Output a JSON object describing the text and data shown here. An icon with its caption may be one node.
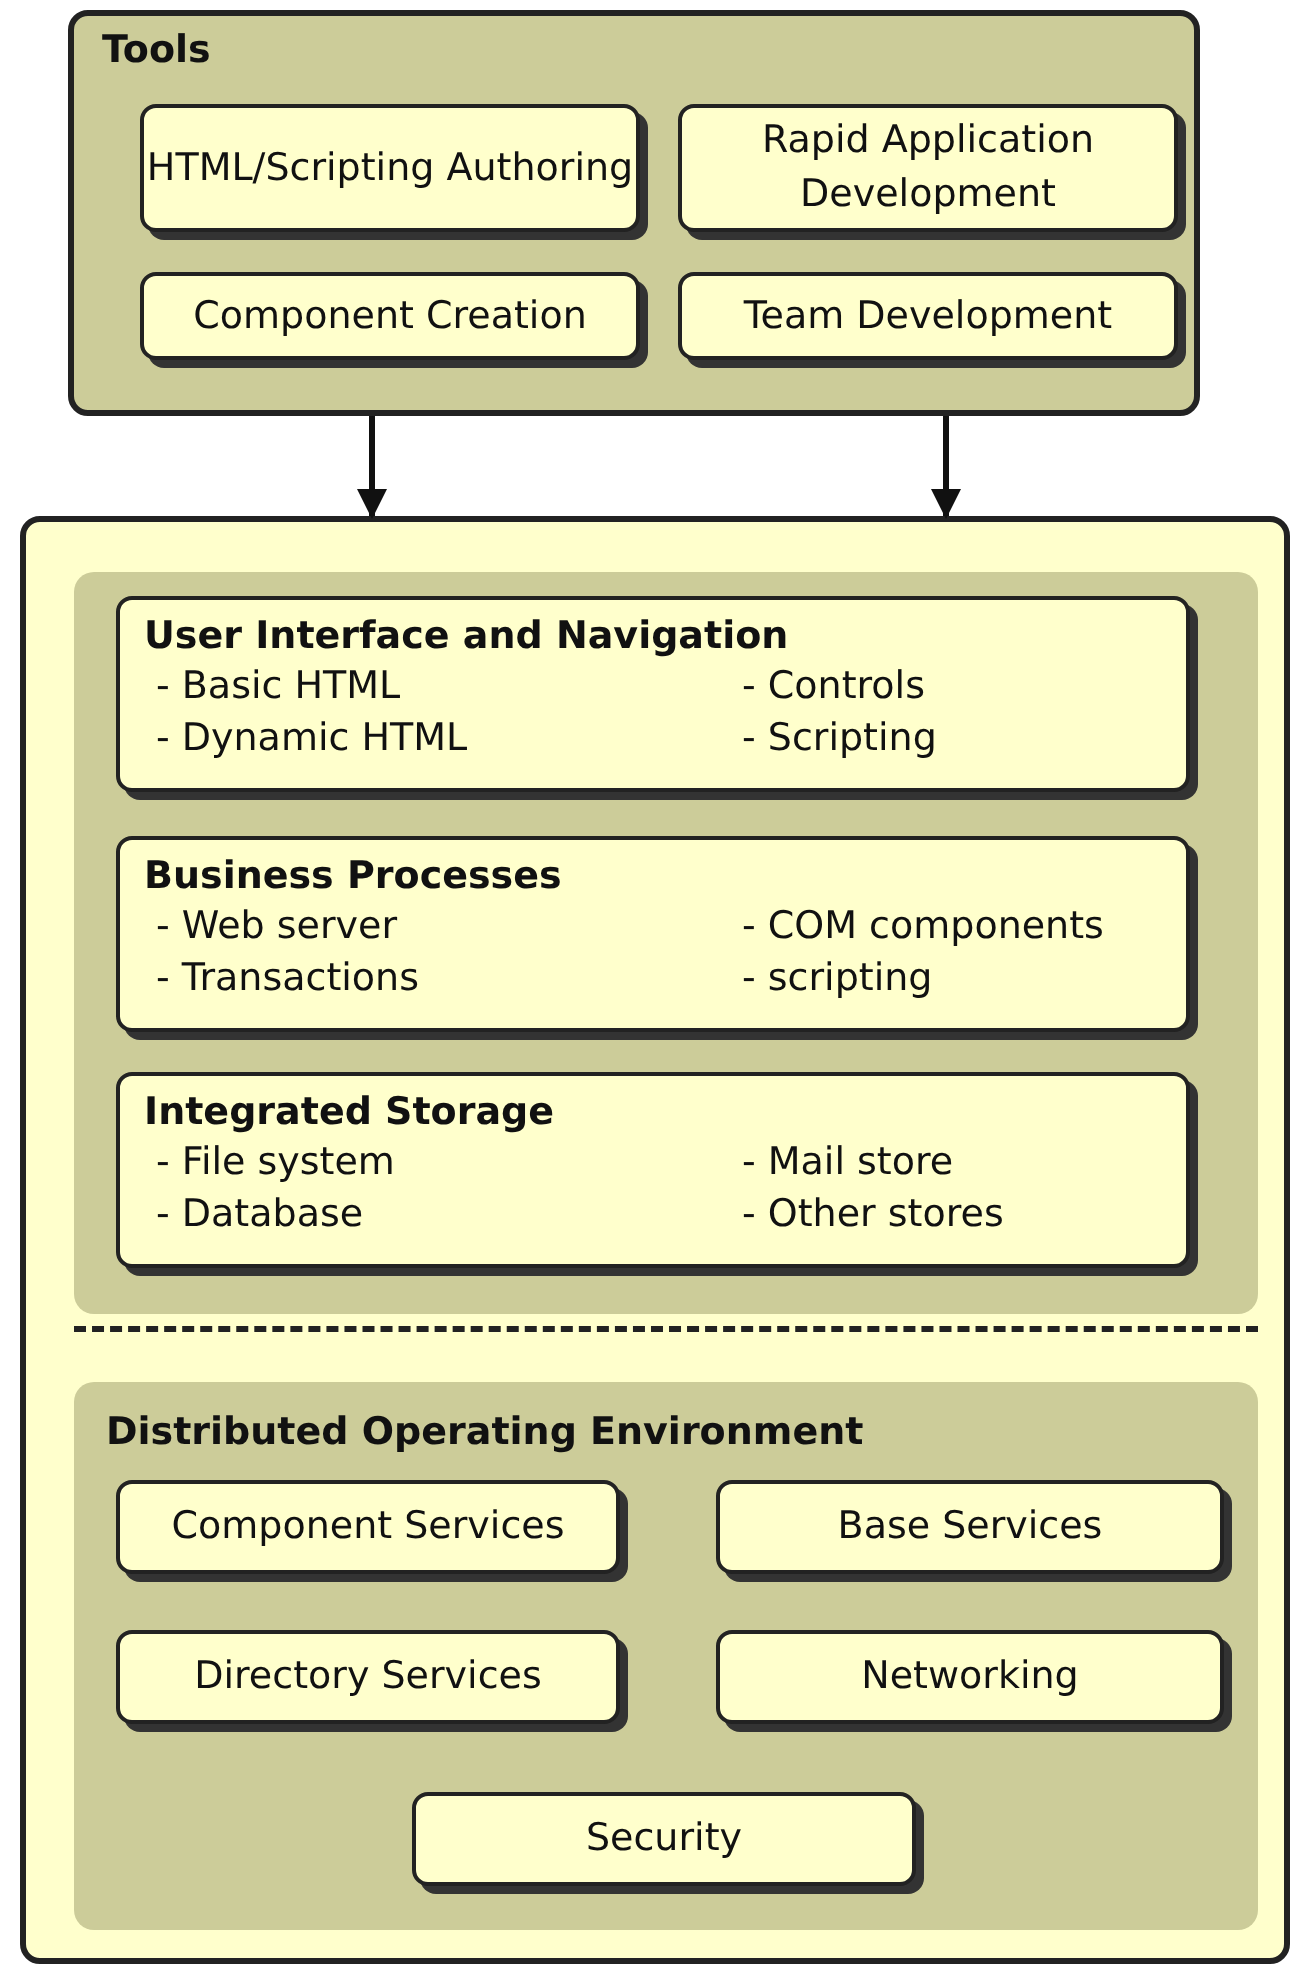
{
  "diagram": {
    "nodes": [
      {
        "text": [
          "Tools"
        ]
      },
      {
        "text": [
          "HTML/Scripting Authoring"
        ],
        "in": 0
      },
      {
        "text": [
          "Rapid Application Development"
        ],
        "in": 0
      },
      {
        "text": [
          "Component Creation"
        ],
        "in": 0
      },
      {
        "text": [
          "Team Development"
        ],
        "in": 0
      },
      {
        "text": [],
        "shape": "box"
      },
      {
        "text": [],
        "shape": "box",
        "in": 5
      },
      {
        "text": [
          "User Interface and Navigation",
          "- Basic HTML",
          "- Controls",
          "- Dynamic HTML",
          "- Scripting"
        ],
        "in": 6
      },
      {
        "text": [
          "Business Processes",
          "- Web server",
          "- COM components",
          "- Transactions",
          "- scripting"
        ],
        "in": 6
      },
      {
        "text": [
          "Integrated Storage",
          "- File system",
          "- Mail store",
          "- Database",
          "- Other stores"
        ],
        "in": 6
      },
      {
        "text": [
          "Distributed Operating Environment"
        ],
        "in": 5
      },
      {
        "text": [
          "Component Services"
        ],
        "in": 10
      },
      {
        "text": [
          "Base Services"
        ],
        "in": 10
      },
      {
        "text": [
          "Directory Services"
        ],
        "in": 10
      },
      {
        "text": [
          "Networking"
        ],
        "in": 10
      },
      {
        "text": [
          "Security"
        ],
        "in": 10
      }
    ],
    "edges": [
      {
        "from": 0,
        "to": 5,
        "arrow": "to"
      },
      {
        "from": 0,
        "to": 5,
        "arrow": "to"
      }
    ]
  }
}
